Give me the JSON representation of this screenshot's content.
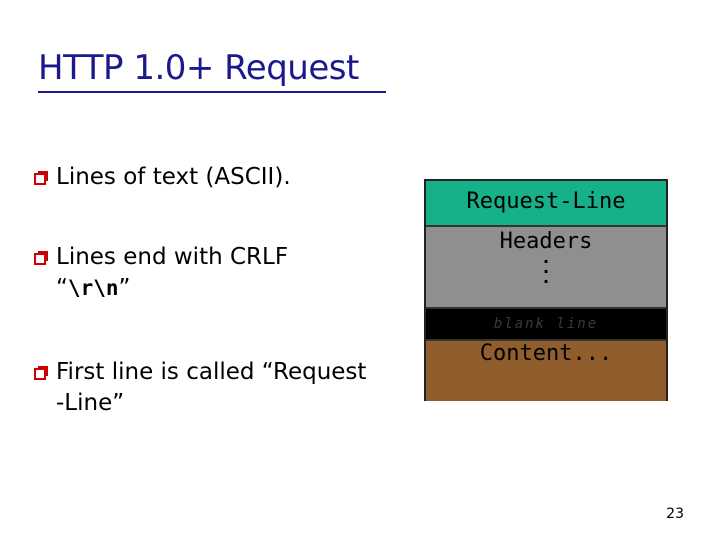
{
  "slide": {
    "title": "HTTP 1.0+ Request",
    "page_number": "23"
  },
  "bullets": [
    {
      "line1": "Lines of text (ASCII)."
    },
    {
      "line1": "Lines end with CRLF",
      "line2_quote_open": "“",
      "line2_code": "\\r\\n",
      "line2_quote_close": "”"
    },
    {
      "line1": "First line is called “Request",
      "line2": "-Line”"
    }
  ],
  "diagram": {
    "request_line": "Request-Line",
    "headers": "Headers",
    "blank": "blank line",
    "content": "Content...",
    "colors": {
      "request_line": "#16b08a",
      "headers": "#8f8f8f",
      "blank": "#000000",
      "content": "#8f5e2c"
    }
  },
  "icons": {
    "bullet": "red-checkbox-bullet-icon"
  }
}
